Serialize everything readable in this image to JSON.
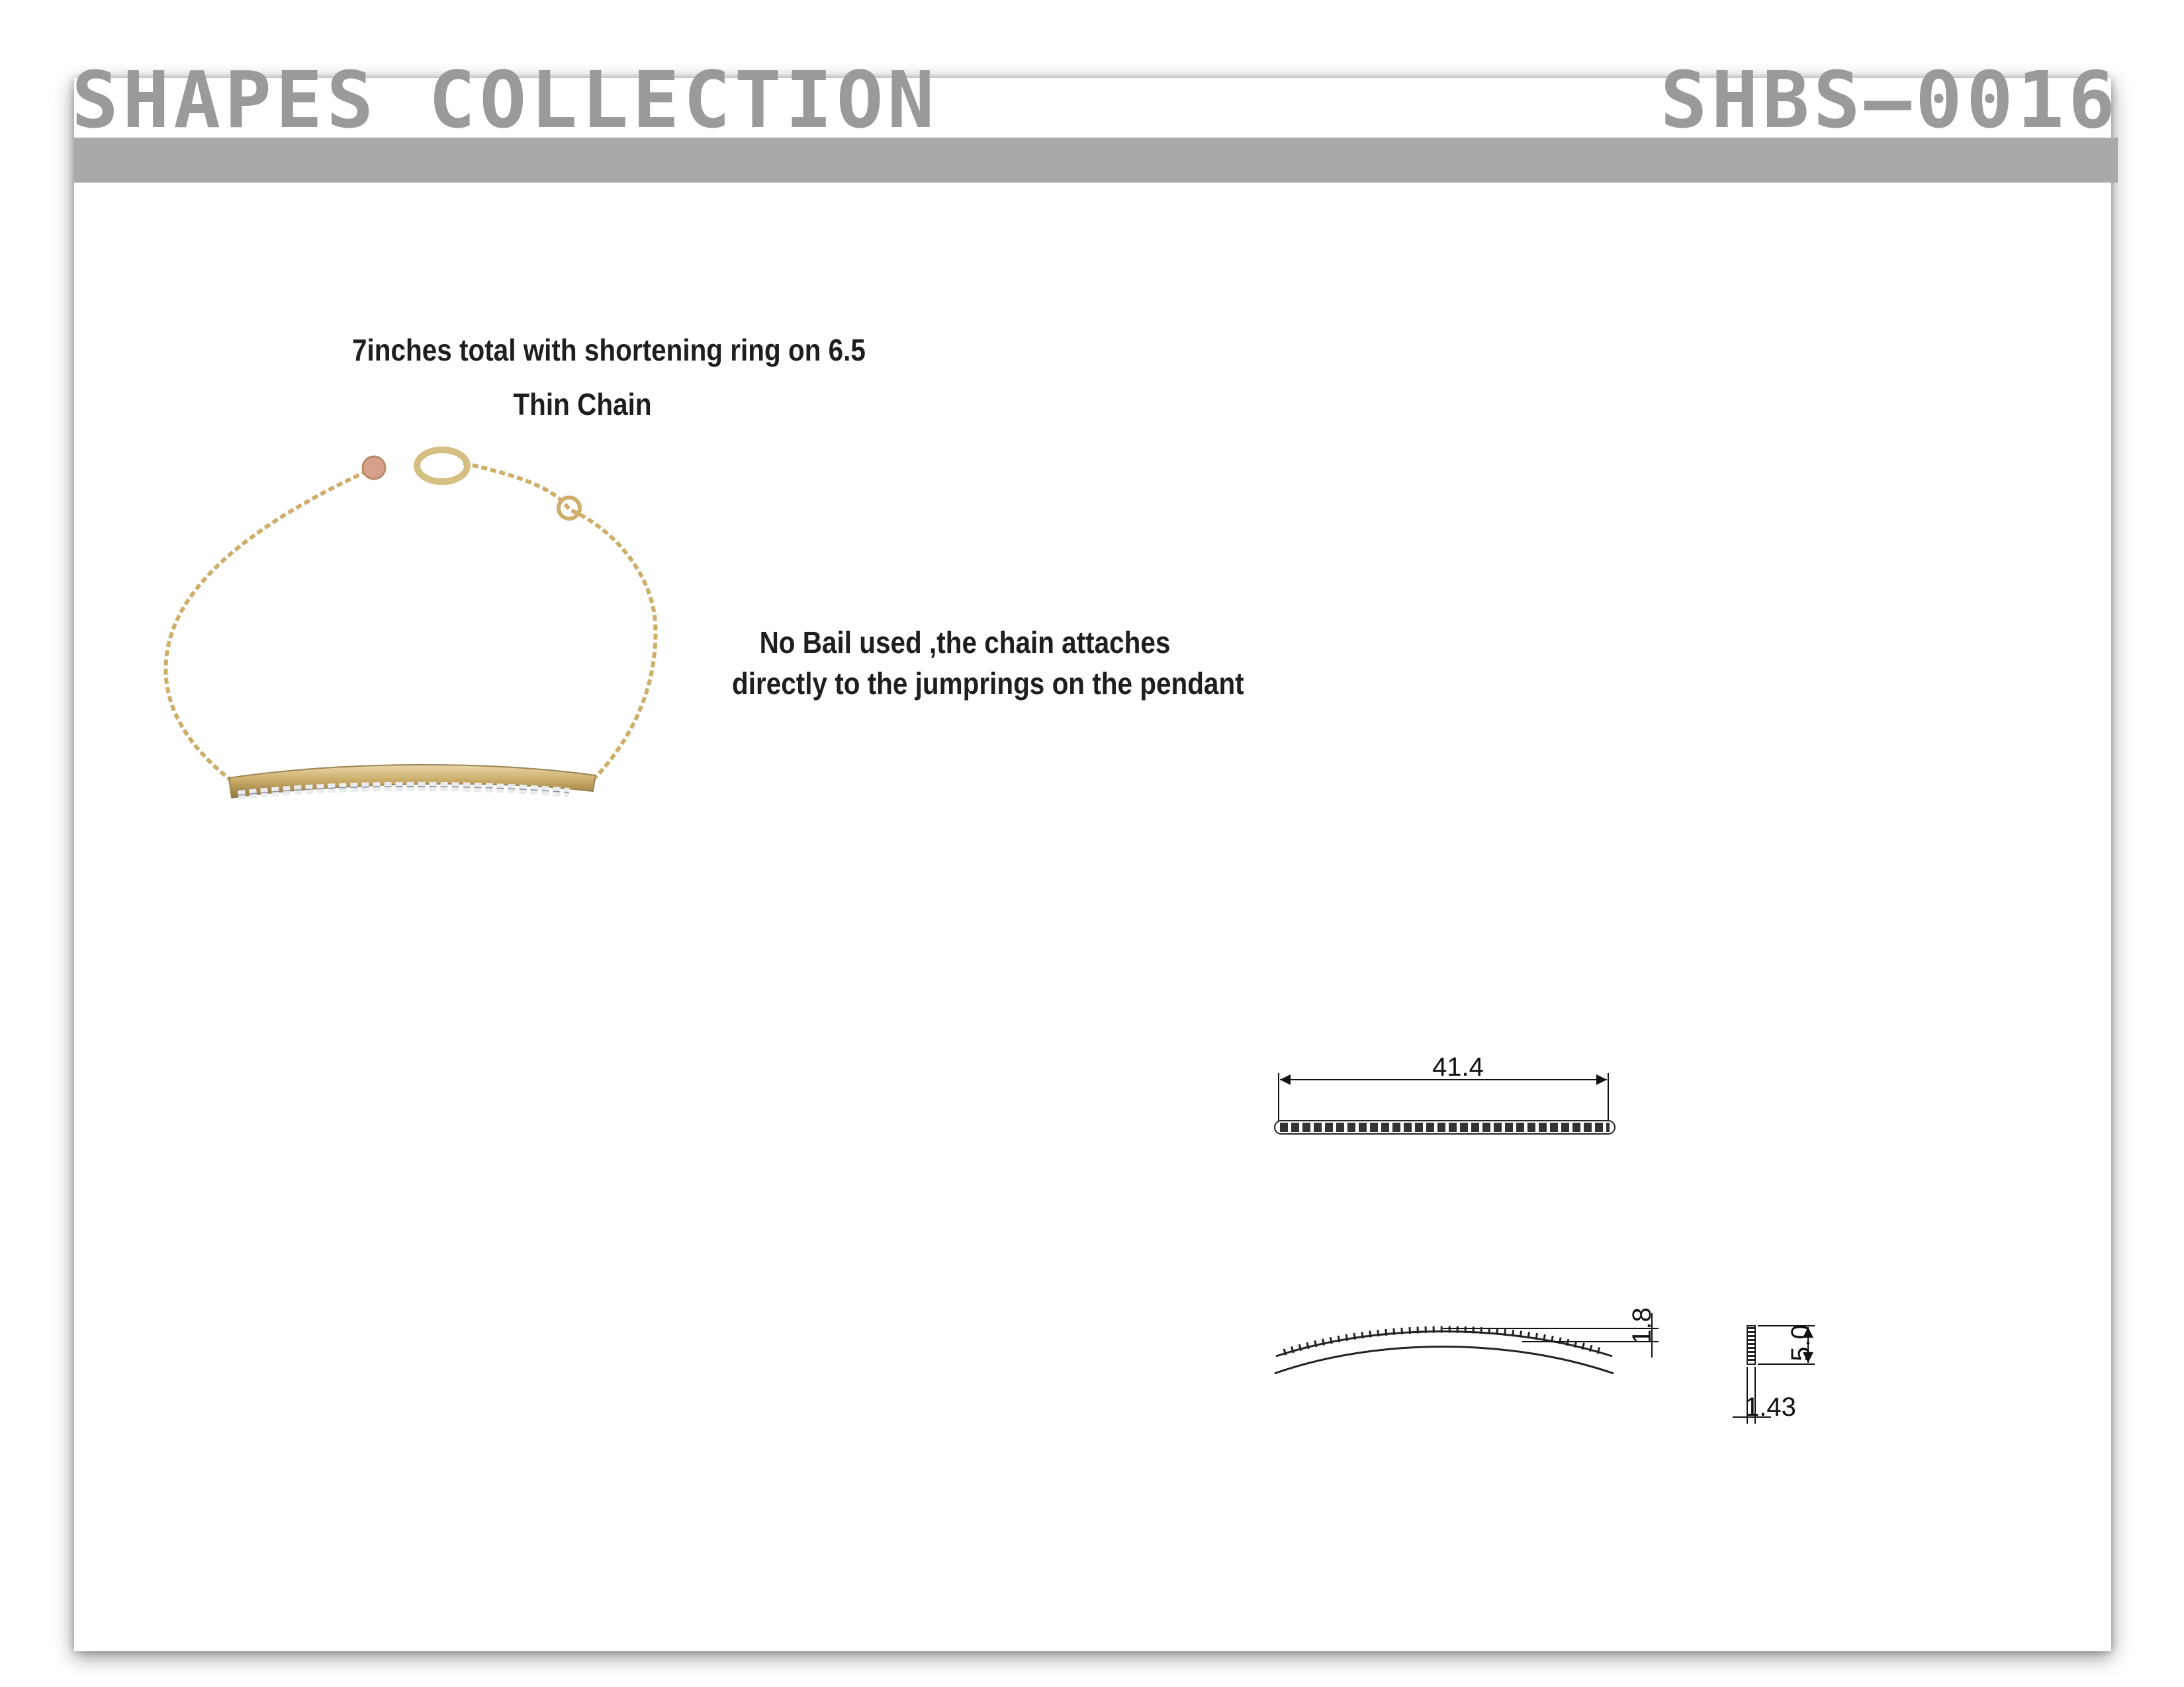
{
  "header": {
    "collection_title": "SHAPES COLLECTION",
    "item_code": "SHBS–0016"
  },
  "notes": {
    "length": "7inches total with shortening ring on 6.5",
    "chain": "Thin Chain",
    "bail_line1": "No Bail used ,the chain attaches",
    "bail_line2": "directly to the jumprings on the pendant"
  },
  "dimensions": {
    "bar_length": "41.4",
    "bar_curve_height": "1.8",
    "bar_thickness": "5.0",
    "bar_width": "1.43"
  },
  "colors": {
    "header_band": "#a9a9a9",
    "header_text": "#9a9a9a",
    "gold": "#cfae6a"
  }
}
